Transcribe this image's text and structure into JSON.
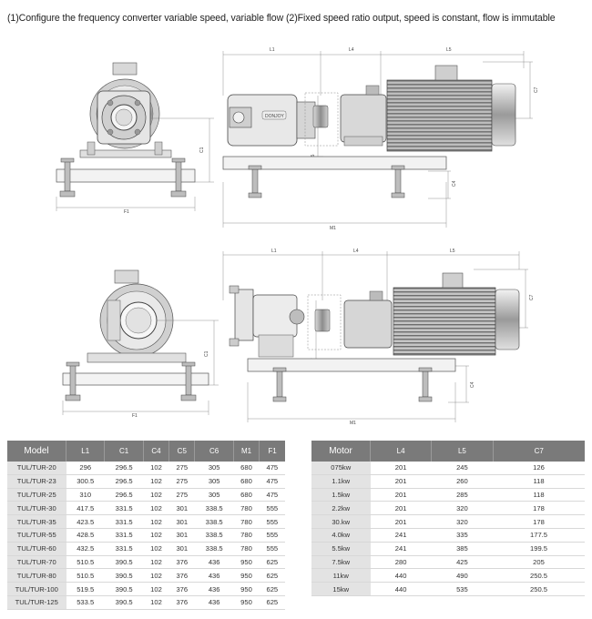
{
  "caption": "(1)Configure the frequency converter variable speed, variable flow   (2)Fixed speed ratio output, speed is constant, flow is immutable",
  "drawing_labels": {
    "L1": "L1",
    "L4": "L4",
    "L5": "L5",
    "C7": "C7",
    "C1": "C1",
    "C4": "C4",
    "C5": "C5",
    "F1": "F1",
    "M1": "M1",
    "brand": "DONJOY"
  },
  "model_table": {
    "headers": [
      "Model",
      "L1",
      "C1",
      "C4",
      "C5",
      "C6",
      "M1",
      "F1"
    ],
    "rows": [
      [
        "TUL/TUR-20",
        "296",
        "296.5",
        "102",
        "275",
        "305",
        "680",
        "475"
      ],
      [
        "TUL/TUR-23",
        "300.5",
        "296.5",
        "102",
        "275",
        "305",
        "680",
        "475"
      ],
      [
        "TUL/TUR-25",
        "310",
        "296.5",
        "102",
        "275",
        "305",
        "680",
        "475"
      ],
      [
        "TUL/TUR-30",
        "417.5",
        "331.5",
        "102",
        "301",
        "338.5",
        "780",
        "555"
      ],
      [
        "TUL/TUR-35",
        "423.5",
        "331.5",
        "102",
        "301",
        "338.5",
        "780",
        "555"
      ],
      [
        "TUL/TUR-55",
        "428.5",
        "331.5",
        "102",
        "301",
        "338.5",
        "780",
        "555"
      ],
      [
        "TUL/TUR-60",
        "432.5",
        "331.5",
        "102",
        "301",
        "338.5",
        "780",
        "555"
      ],
      [
        "TUL/TUR-70",
        "510.5",
        "390.5",
        "102",
        "376",
        "436",
        "950",
        "625"
      ],
      [
        "TUL/TUR-80",
        "510.5",
        "390.5",
        "102",
        "376",
        "436",
        "950",
        "625"
      ],
      [
        "TUL/TUR-100",
        "519.5",
        "390.5",
        "102",
        "376",
        "436",
        "950",
        "625"
      ],
      [
        "TUL/TUR-125",
        "533.5",
        "390.5",
        "102",
        "376",
        "436",
        "950",
        "625"
      ]
    ]
  },
  "motor_table": {
    "headers": [
      "Motor",
      "L4",
      "L5",
      "C7"
    ],
    "rows": [
      [
        "075kw",
        "201",
        "245",
        "126"
      ],
      [
        "1.1kw",
        "201",
        "260",
        "118"
      ],
      [
        "1.5kw",
        "201",
        "285",
        "118"
      ],
      [
        "2.2kw",
        "201",
        "320",
        "178"
      ],
      [
        "30.kw",
        "201",
        "320",
        "178"
      ],
      [
        "4.0kw",
        "241",
        "335",
        "177.5"
      ],
      [
        "5.5kw",
        "241",
        "385",
        "199.5"
      ],
      [
        "7.5kw",
        "280",
        "425",
        "205"
      ],
      [
        "11kw",
        "440",
        "490",
        "250.5"
      ],
      [
        "15kw",
        "440",
        "535",
        "250.5"
      ]
    ]
  }
}
